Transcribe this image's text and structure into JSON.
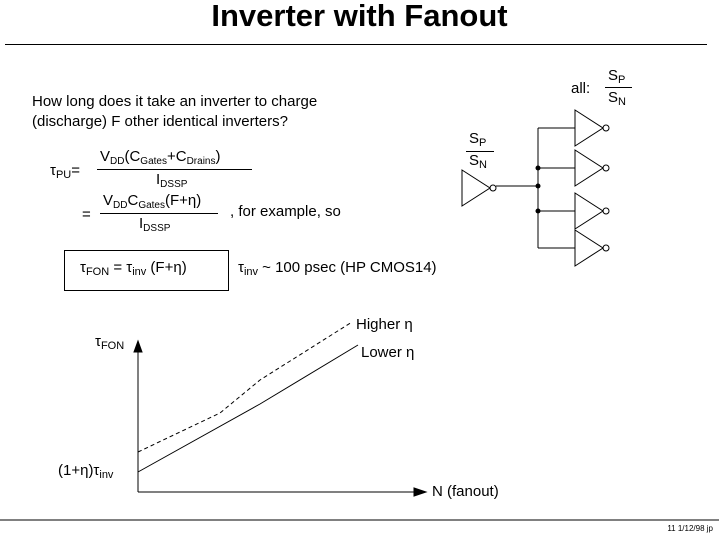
{
  "slide": {
    "title": "Inverter with Fanout",
    "question_line1": "How long does it take an inverter to charge",
    "question_line2": "(discharge) F other identical inverters?",
    "tau_pu_symbol": "τ",
    "tau_pu_sub": "PU",
    "eq1": "=",
    "eq2": "=",
    "num1_v": "V",
    "num1_vsub": "DD",
    "num1_paren_open": "(C",
    "num1_sub_gates": "Gates",
    "num1_plus": "+C",
    "num1_sub_drains": "Drains",
    "num1_close": ")",
    "den_i": "I",
    "den_sub": "DSSP",
    "num2_v": "V",
    "num2_vsub": "DD",
    "num2_c": "C",
    "num2_sub_gates": "Gates",
    "num2_rest": "(F+η)",
    "for_example": ", for example, so",
    "boxed_tau": "τ",
    "boxed_sub_fon": "FON",
    "boxed_eq": " = τ",
    "boxed_sub_inv": "inv",
    "boxed_rest": " (F+η)",
    "tinv_tau": "τ",
    "tinv_sub": "inv",
    "tinv_rest": " ~ 100 psec (HP CMOS14)",
    "all_label": "all:",
    "sp_s": "S",
    "sp_sub": "P",
    "sn_s": "S",
    "sn_sub": "N",
    "footer": "11  1/12/98  jp"
  },
  "chart_data": {
    "type": "line",
    "ylabel": "τFON",
    "y_intercept_label": "(1+η)τinv",
    "xlabel": "N (fanout)",
    "series": [
      {
        "name": "Higher η",
        "style": "dashed"
      },
      {
        "name": "Lower η",
        "style": "solid"
      }
    ],
    "grid": false
  }
}
